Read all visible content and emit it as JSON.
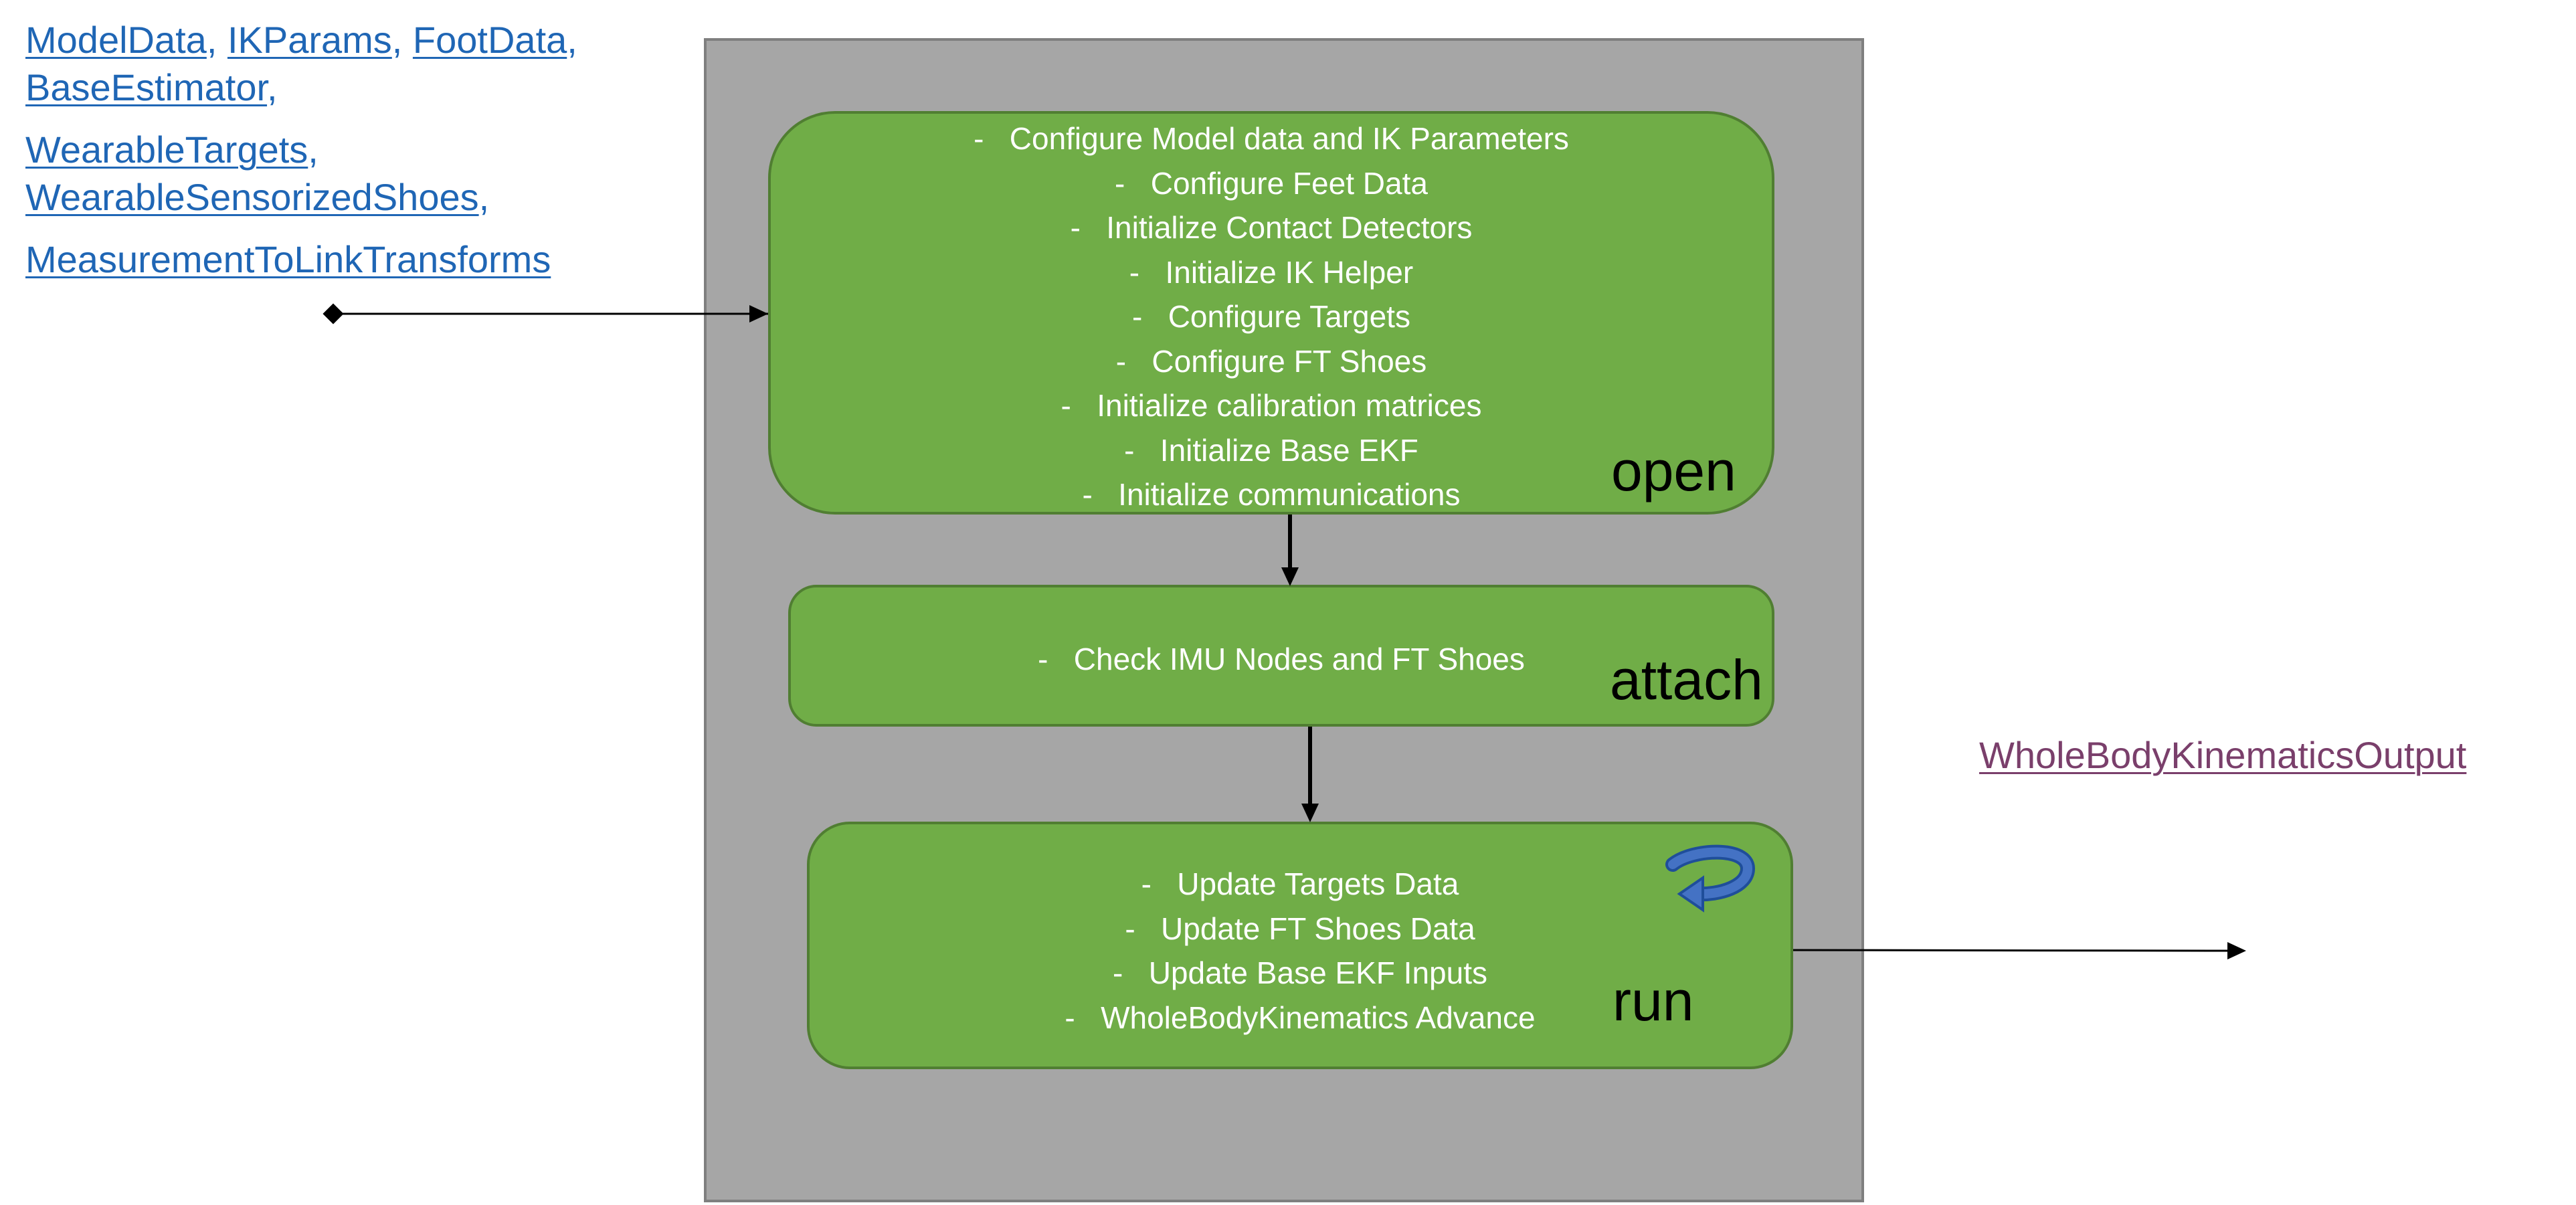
{
  "inputs": {
    "links": [
      "ModelData",
      "IKParams",
      "FootData",
      "BaseEstimator",
      "WearableTargets",
      "WearableSensorizedShoes",
      "MeasurementToLinkTransforms"
    ],
    "separator": ","
  },
  "states": {
    "open": {
      "label": "open",
      "steps": [
        "Configure Model data and IK Parameters",
        "Configure Feet Data",
        "Initialize Contact Detectors",
        "Initialize IK Helper",
        "Configure Targets",
        "Configure FT Shoes",
        "Initialize calibration matrices",
        "Initialize Base EKF",
        "Initialize communications"
      ]
    },
    "attach": {
      "label": "attach",
      "steps": [
        "Check IMU Nodes and FT Shoes"
      ]
    },
    "run": {
      "label": "run",
      "steps": [
        "Update Targets Data",
        "Update FT Shoes Data",
        "Update Base EKF Inputs",
        "WholeBodyKinematics Advance"
      ]
    }
  },
  "output": {
    "link": "WholeBodyKinematicsOutput"
  },
  "icons": {
    "loop": "loop-arrow-icon"
  },
  "colors": {
    "device_bg": "#a6a6a6",
    "state_fill": "#70ad47",
    "state_border": "#507e32",
    "link_blue": "#1f66b5",
    "output_link": "#7a3f6b"
  }
}
